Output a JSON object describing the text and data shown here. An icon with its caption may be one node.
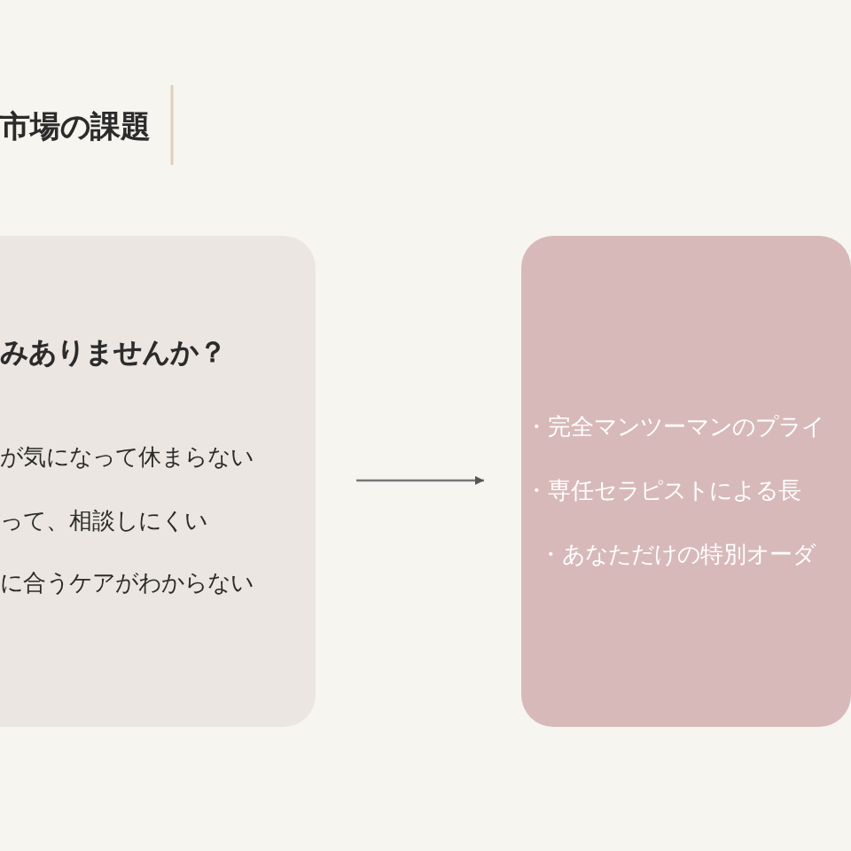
{
  "diagram": {
    "title": "市場の課題",
    "nodes": [
      {
        "text": [
          "みありませんか？",
          "が気になって休まらない",
          "って、相談しにくい",
          "に合うケアがわからない"
        ]
      },
      {
        "text": [
          "・完全マンツーマンのプライ",
          "・専任セラピストによる長",
          "・あなただけの特別オーダ"
        ]
      }
    ],
    "edges": [
      {
        "from": 0,
        "to": 1,
        "arrow": "to"
      }
    ]
  }
}
